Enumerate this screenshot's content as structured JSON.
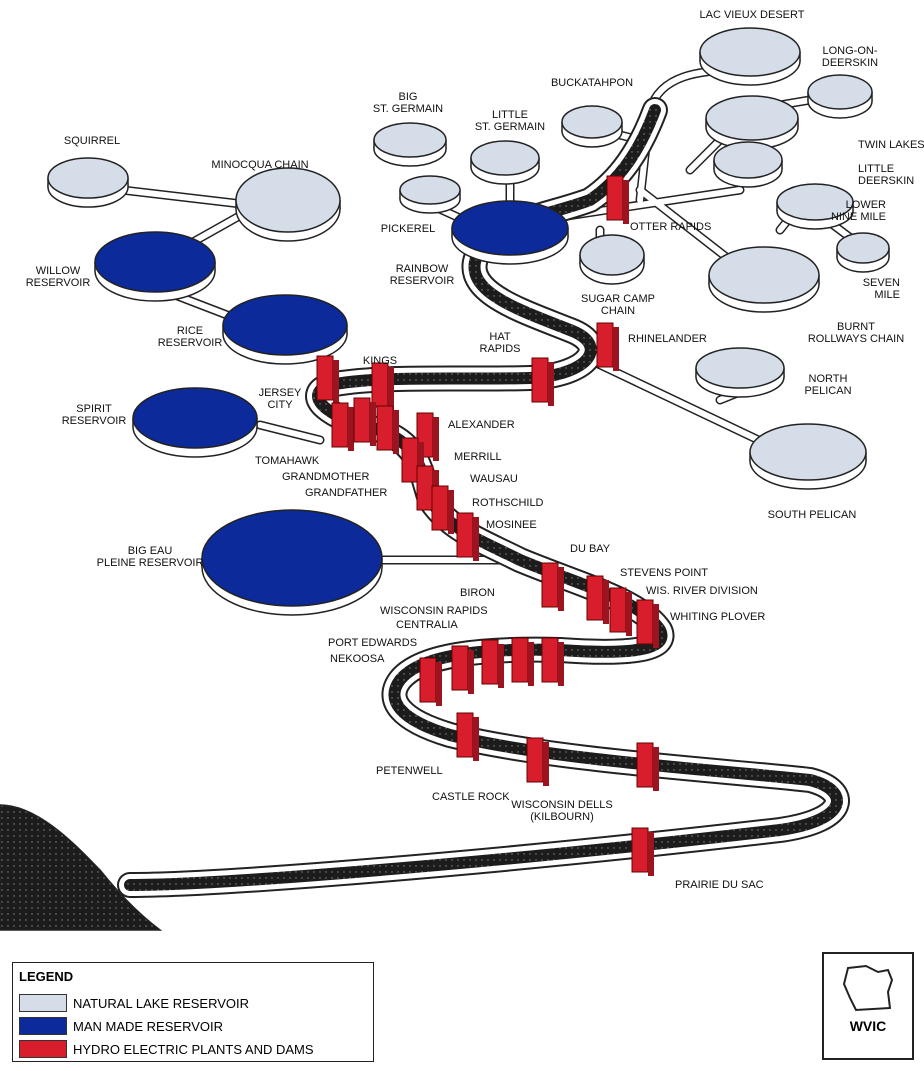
{
  "colors": {
    "natural_lake": "#d4dde8",
    "man_made": "#0d2a9a",
    "dam": "#d81e2c",
    "river": "#1c1c1c",
    "outline": "#222222"
  },
  "legend": {
    "title": "LEGEND",
    "natural": "NATURAL LAKE RESERVOIR",
    "manmade": "MAN MADE RESERVOIR",
    "dams": "HYDRO ELECTRIC PLANTS AND DAMS"
  },
  "logo": {
    "text": "WVIC",
    "icon": "wisconsin-map-icon"
  },
  "reservoirs": {
    "lac_vieux_desert": [
      "LAC VIEUX DESERT"
    ],
    "long_on_deerskin": [
      "LONG-ON-",
      "DEERSKIN"
    ],
    "twin_lakes": [
      "TWIN LAKES"
    ],
    "little_deerskin": [
      "LITTLE",
      "DEERSKIN"
    ],
    "buckatahpon": [
      "BUCKATAHPON"
    ],
    "big_st_germain": [
      "BIG",
      "ST. GERMAIN"
    ],
    "little_st_germain": [
      "LITTLE",
      "ST. GERMAIN"
    ],
    "squirrel": [
      "SQUIRREL"
    ],
    "minocqua_chain": [
      "MINOCQUA CHAIN"
    ],
    "pickerel": [
      "PICKEREL"
    ],
    "rainbow_reservoir": [
      "RAINBOW",
      "RESERVOIR"
    ],
    "lower_nine_mile": [
      "LOWER",
      "NINE MILE"
    ],
    "seven_mile": [
      "SEVEN",
      "MILE"
    ],
    "sugar_camp_chain": [
      "SUGAR CAMP",
      "CHAIN"
    ],
    "burnt_rollways": [
      "BURNT",
      "ROLLWAYS CHAIN"
    ],
    "willow_reservoir": [
      "WILLOW",
      "RESERVOIR"
    ],
    "rice_reservoir": [
      "RICE",
      "RESERVOIR"
    ],
    "north_pelican": [
      "NORTH",
      "PELICAN"
    ],
    "south_pelican": [
      "SOUTH PELICAN"
    ],
    "spirit_reservoir": [
      "SPIRIT",
      "RESERVOIR"
    ],
    "big_eau_pleine": [
      "BIG EAU",
      "PLEINE RESERVOIR"
    ]
  },
  "dams": {
    "otter_rapids": [
      "OTTER RAPIDS"
    ],
    "rhinelander": [
      "RHINELANDER"
    ],
    "hat_rapids": [
      "HAT",
      "RAPIDS"
    ],
    "kings": [
      "KINGS"
    ],
    "jersey_city": [
      "JERSEY",
      "CITY"
    ],
    "alexander": [
      "ALEXANDER"
    ],
    "tomahawk": [
      "TOMAHAWK"
    ],
    "grandmother": [
      "GRANDMOTHER"
    ],
    "grandfather": [
      "GRANDFATHER"
    ],
    "merrill": [
      "MERRILL"
    ],
    "wausau": [
      "WAUSAU"
    ],
    "rothschild": [
      "ROTHSCHILD"
    ],
    "mosinee": [
      "MOSINEE"
    ],
    "du_bay": [
      "DU BAY"
    ],
    "stevens_point": [
      "STEVENS POINT"
    ],
    "wis_river_division": [
      "WIS. RIVER DIVISION"
    ],
    "whiting_plover": [
      "WHITING PLOVER"
    ],
    "biron": [
      "BIRON"
    ],
    "wisconsin_rapids": [
      "WISCONSIN RAPIDS"
    ],
    "centralia": [
      "CENTRALIA"
    ],
    "port_edwards": [
      "PORT EDWARDS"
    ],
    "nekoosa": [
      "NEKOOSA"
    ],
    "petenwell": [
      "PETENWELL"
    ],
    "castle_rock": [
      "CASTLE ROCK"
    ],
    "wisconsin_dells": [
      "WISCONSIN DELLS",
      "(KILBOURN)"
    ],
    "prairie_du_sac": [
      "PRAIRIE DU SAC"
    ]
  }
}
